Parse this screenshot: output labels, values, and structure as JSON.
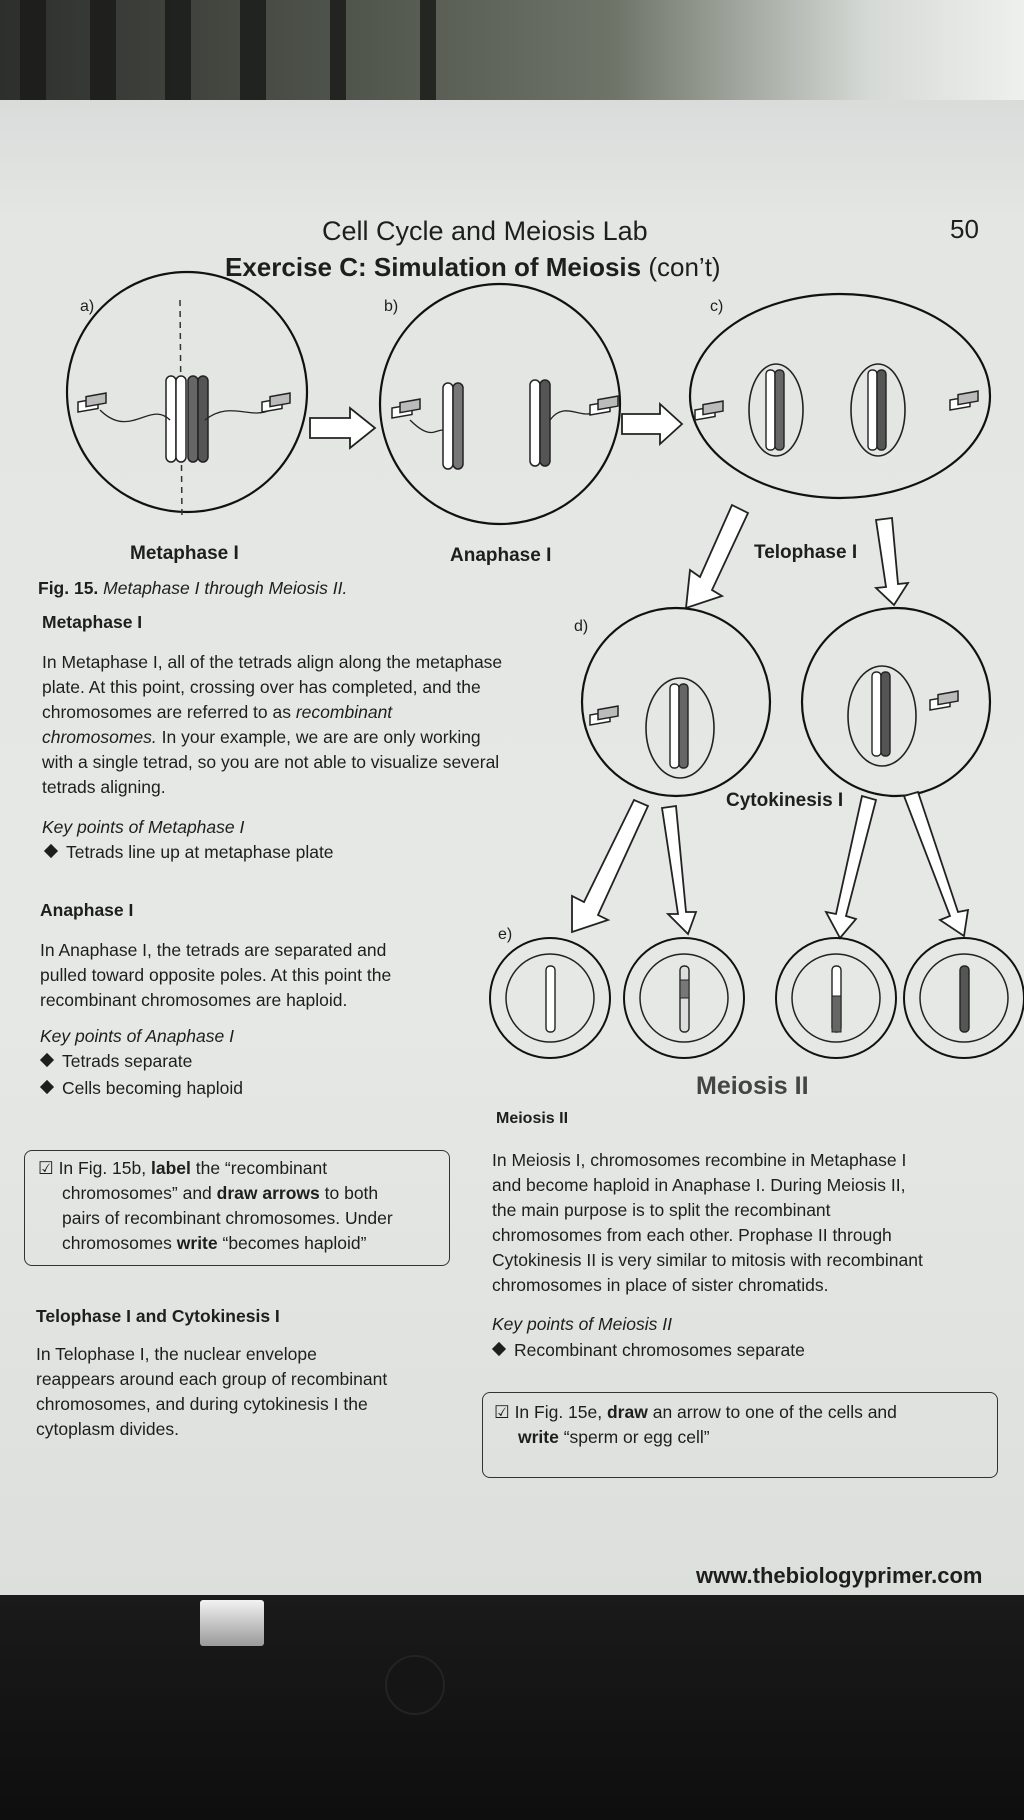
{
  "page": {
    "course_title": "Cell Cycle and Meiosis Lab",
    "page_number": "50",
    "exercise_title": "Exercise C: Simulation of Meiosis",
    "exercise_suffix": " (con’t)",
    "footer_url": "www.thebiologyprimer.com"
  },
  "figure": {
    "letters": {
      "a": "a)",
      "b": "b)",
      "c": "c)",
      "d": "d)",
      "e": "e)"
    },
    "stage_labels": {
      "metaphase": "Metaphase I",
      "anaphase": "Anaphase I",
      "telophase": "Telophase I",
      "cytokinesis": "Cytokinesis I",
      "meiosis2": "Meiosis II"
    },
    "caption_prefix": "Fig. 15.",
    "caption_text": " Metaphase I through Meiosis II."
  },
  "metaphase": {
    "heading": "Metaphase I",
    "paragraph_lines": [
      "In Metaphase I, all of the tetrads align along the metaphase",
      "plate. At this point, crossing over has completed, and the",
      "chromosomes are referred to as ",
      "chromosomes. In your example, we are are only working",
      "with a single tetrad, so you are not able to visualize several",
      "tetrads aligning."
    ],
    "paragraph_italic_1": "recombinant",
    "paragraph_italic_2": "chromosomes.",
    "key_points_title": "Key points of Metaphase I",
    "key_points": [
      "Tetrads line up at metaphase plate"
    ]
  },
  "anaphase": {
    "heading": "Anaphase I",
    "paragraph_lines": [
      "In Anaphase I, the tetrads are separated and",
      "pulled toward opposite poles. At this point the",
      "recombinant chromosomes are haploid."
    ],
    "key_points_title": "Key points of Anaphase I",
    "key_points": [
      "Tetrads separate",
      "Cells becoming haploid"
    ]
  },
  "task1": {
    "checkbox": "☑",
    "line1_a": " In Fig. 15b, ",
    "line1_b": "label",
    "line1_c": " the “recombinant",
    "line2_a": "chromosomes” and ",
    "line2_b": "draw arrows",
    "line2_c": " to both",
    "line3": "pairs of recombinant chromosomes. Under",
    "line4_a": "chromosomes ",
    "line4_b": "write",
    "line4_c": " “becomes haploid”"
  },
  "telophase": {
    "heading": "Telophase I and Cytokinesis I",
    "paragraph_lines": [
      "In Telophase I, the nuclear envelope",
      "reappears around each group of recombinant",
      "chromosomes, and during cytokinesis I the",
      "cytoplasm divides."
    ]
  },
  "meiosis2": {
    "heading": "Meiosis II",
    "paragraph_lines": [
      "In Meiosis I, chromosomes recombine in Metaphase I",
      "and become haploid in Anaphase I. During Meiosis II,",
      "the main purpose is to split the recombinant",
      "chromosomes from each other.  Prophase II through",
      "Cytokinesis II is very similar to mitosis with recombinant",
      "chromosomes in place of sister chromatids."
    ],
    "key_points_title": "Key points of Meiosis II",
    "key_points": [
      "Recombinant chromosomes separate"
    ]
  },
  "task2": {
    "checkbox": "☑",
    "line1_a": " In Fig. 15e, ",
    "line1_b": "draw",
    "line1_c": " an arrow to one of the cells and",
    "line2_a": "write",
    "line2_b": " “sperm or egg cell”"
  },
  "icons": [
    "checkbox-icon",
    "diamond-bullet-icon",
    "centrosome-icon",
    "arrow-icon"
  ],
  "colors": {
    "paper": "#e5e7e5",
    "ink": "#1e1e1e",
    "chromosome_dark": "#555555"
  }
}
